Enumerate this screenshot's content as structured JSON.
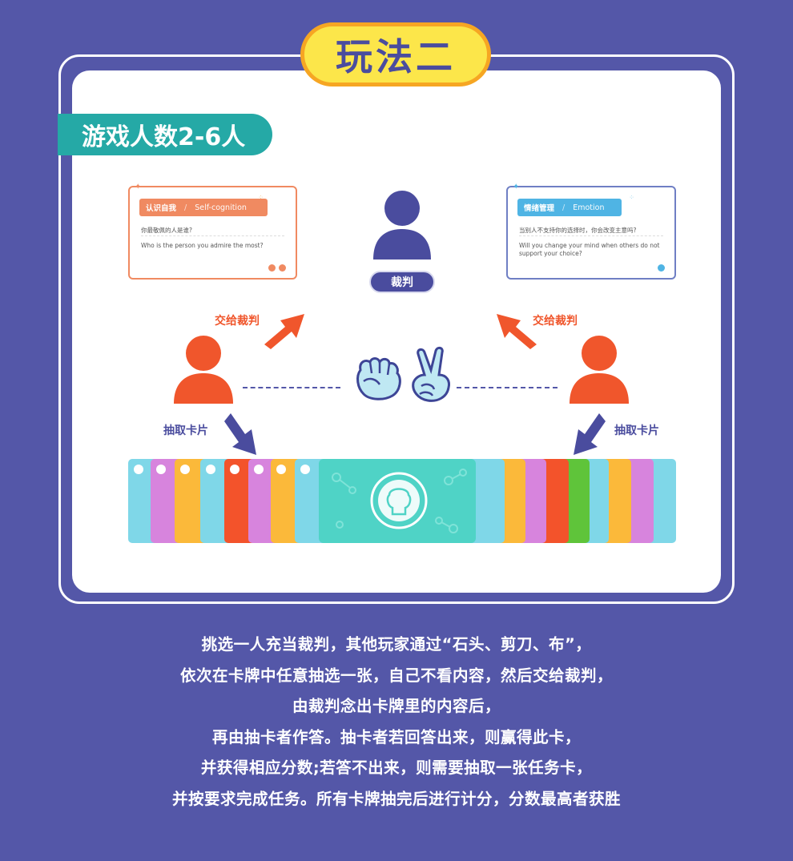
{
  "title": "玩法二",
  "players_banner": "游戏人数2-6人",
  "card_left": {
    "tag_cn": "认识自我",
    "tag_en": "Self-cognition",
    "question_cn": "你最敬佩的人是谁?",
    "question_en": "Who is the person you admire the most?"
  },
  "card_right": {
    "tag_cn": "情绪管理",
    "tag_en": "Emotion",
    "question_cn": "当别人不支持你的选择时，你会改变主意吗?",
    "question_en": "Will you change your mind when others do not support your choice?"
  },
  "judge_label": "裁判",
  "hand_to_judge_left": "交给裁判",
  "hand_to_judge_right": "交给裁判",
  "draw_card_left": "抽取卡片",
  "draw_card_right": "抽取卡片",
  "rules": [
    "挑选一人充当裁判，其他玩家通过“石头、剪刀、布”，",
    "依次在卡牌中任意抽选一张，自己不看内容，然后交给裁判，",
    "由裁判念出卡牌里的内容后，",
    "再由抽卡者作答。抽卡者若回答出来，则赢得此卡，",
    "并获得相应分数;若答不出来，则需要抽取一张任务卡，",
    "并按要求完成任务。所有卡牌抽完后进行计分，分数最高者获胜"
  ],
  "colors": {
    "background": "#5457a8",
    "judge": "#4a4c9e",
    "player": "#f0562c",
    "accent_teal": "#25a9a6",
    "title_yellow": "#fce64a"
  },
  "icons": {
    "rock": "fist-icon",
    "scissors": "peace-hand-icon",
    "arrow": "arrow-icon"
  }
}
